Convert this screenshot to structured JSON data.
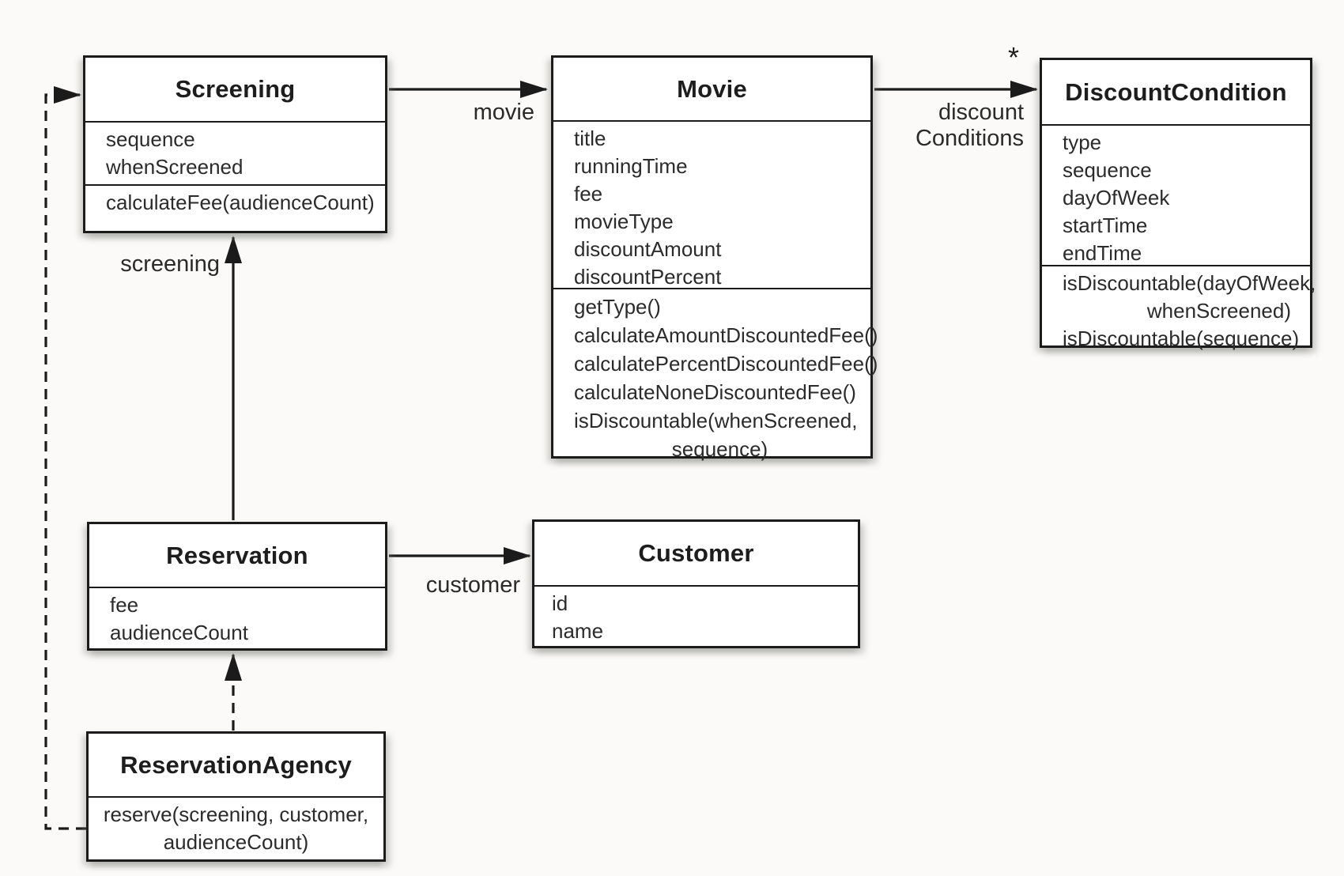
{
  "diagram_type": "uml-class-diagram",
  "classes": {
    "screening": {
      "name": "Screening",
      "attributes": [
        "sequence",
        "whenScreened"
      ],
      "methods": [
        "calculateFee(audienceCount)"
      ]
    },
    "movie": {
      "name": "Movie",
      "attributes": [
        "title",
        "runningTime",
        "fee",
        "movieType",
        "discountAmount",
        "discountPercent"
      ],
      "methods": [
        "getType()",
        "calculateAmountDiscountedFee()",
        "calculatePercentDiscountedFee()",
        "calculateNoneDiscountedFee()",
        "isDiscountable(whenScreened,",
        "sequence)"
      ]
    },
    "discount_condition": {
      "name": "DiscountCondition",
      "attributes": [
        "type",
        "sequence",
        "dayOfWeek",
        "startTime",
        "endTime"
      ],
      "methods": [
        "isDiscountable(dayOfWeek,",
        "whenScreened)",
        "isDiscountable(sequence)"
      ]
    },
    "reservation": {
      "name": "Reservation",
      "attributes": [
        "fee",
        "audienceCount"
      ],
      "methods": []
    },
    "customer": {
      "name": "Customer",
      "attributes": [
        "id",
        "name"
      ],
      "methods": []
    },
    "reservation_agency": {
      "name": "ReservationAgency",
      "attributes": [],
      "methods": [
        "reserve(screening, customer,",
        "audienceCount)"
      ]
    }
  },
  "associations": {
    "screening_to_movie": {
      "label": "movie",
      "style": "solid"
    },
    "movie_to_discount_condition": {
      "label_line1": "discount",
      "label_line2": "Conditions",
      "multiplicity": "*",
      "style": "solid"
    },
    "reservation_to_screening": {
      "label": "screening",
      "style": "solid"
    },
    "reservation_to_customer": {
      "label": "customer",
      "style": "solid"
    },
    "reservation_agency_to_reservation": {
      "label": "",
      "style": "dashed"
    },
    "reservation_agency_to_screening": {
      "label": "",
      "style": "dashed"
    }
  },
  "colors": {
    "line": "#1b1b1b",
    "box_fill": "#ffffff",
    "text": "#2b2b2b",
    "background": "#fbfaf8"
  }
}
